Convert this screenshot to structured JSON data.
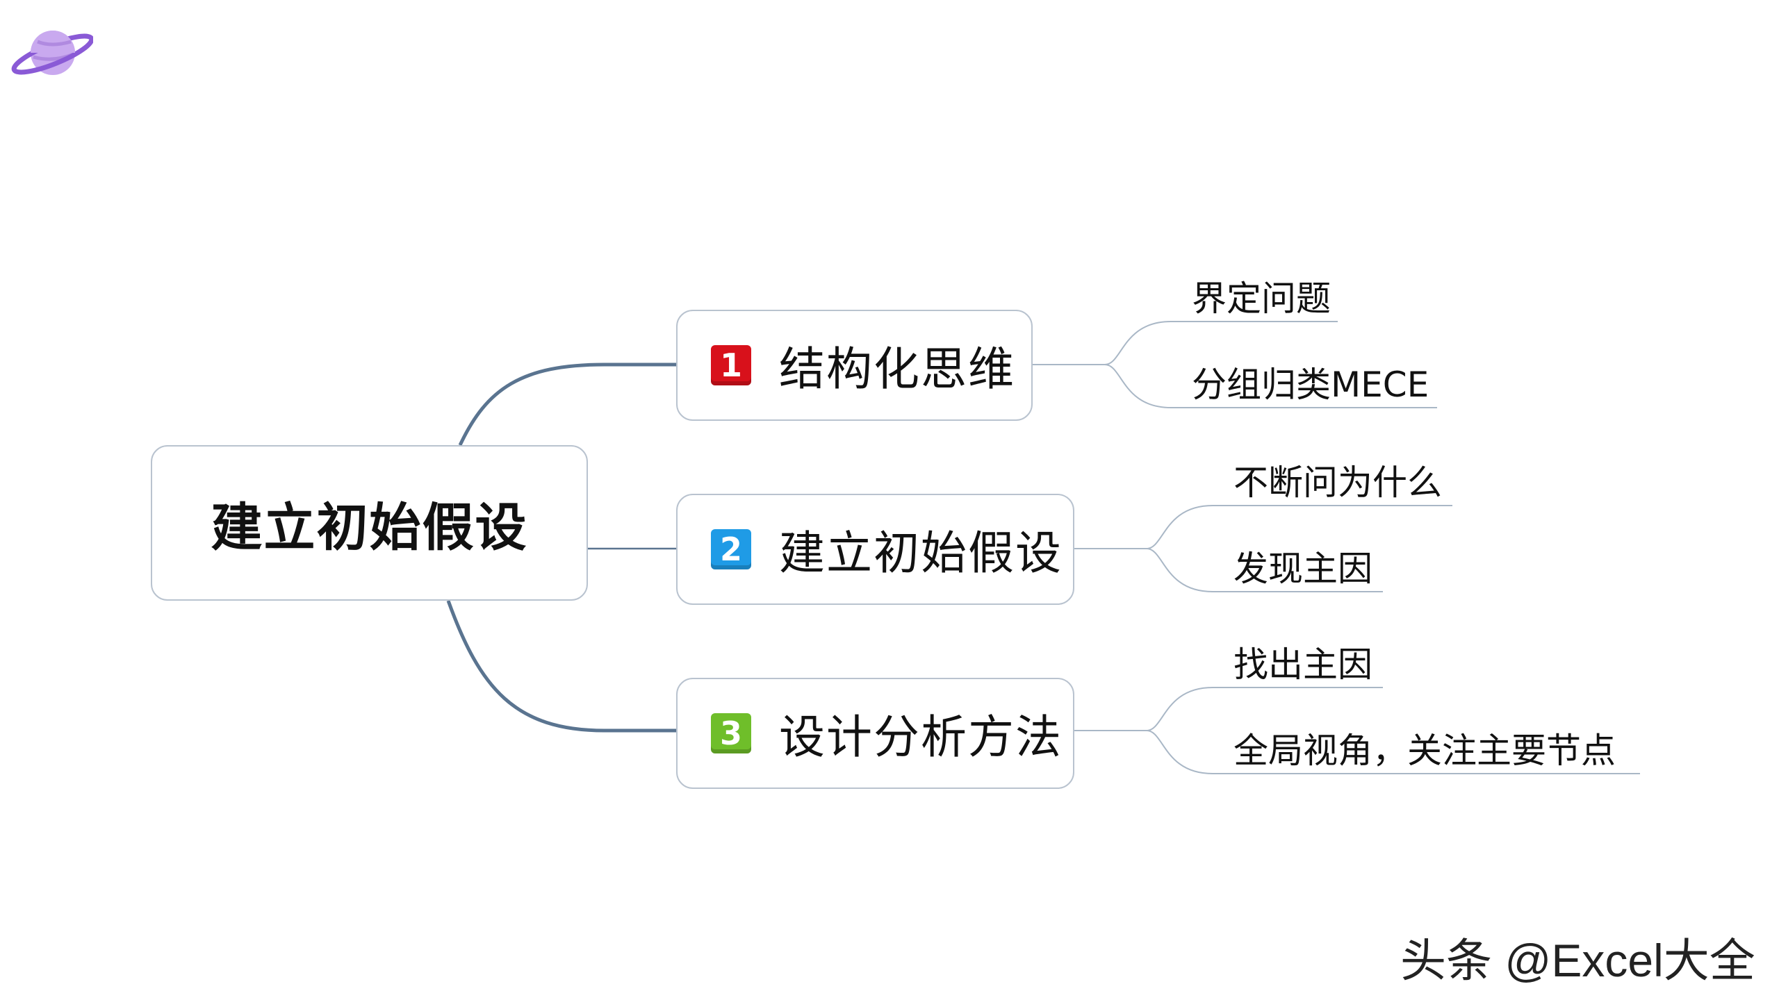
{
  "root": {
    "label": "建立初始假设"
  },
  "branches": [
    {
      "number": "1",
      "label": "结构化思维",
      "badge_color": "#d8111b",
      "children": [
        "界定问题",
        "分组归类MECE"
      ]
    },
    {
      "number": "2",
      "label": "建立初始假设",
      "badge_color": "#1f9be6",
      "children": [
        "不断问为什么",
        "发现主因"
      ]
    },
    {
      "number": "3",
      "label": "设计分析方法",
      "badge_color": "#6fbe2a",
      "children": [
        "找出主因",
        "全局视角，关注主要节点"
      ]
    }
  ],
  "colors": {
    "connector": "#5a7490",
    "leaf_line": "#a9b7c6",
    "node_border": "#b9c3cf"
  },
  "logo": {
    "icon": "planet-icon"
  },
  "watermark": "头条 @Excel大全"
}
